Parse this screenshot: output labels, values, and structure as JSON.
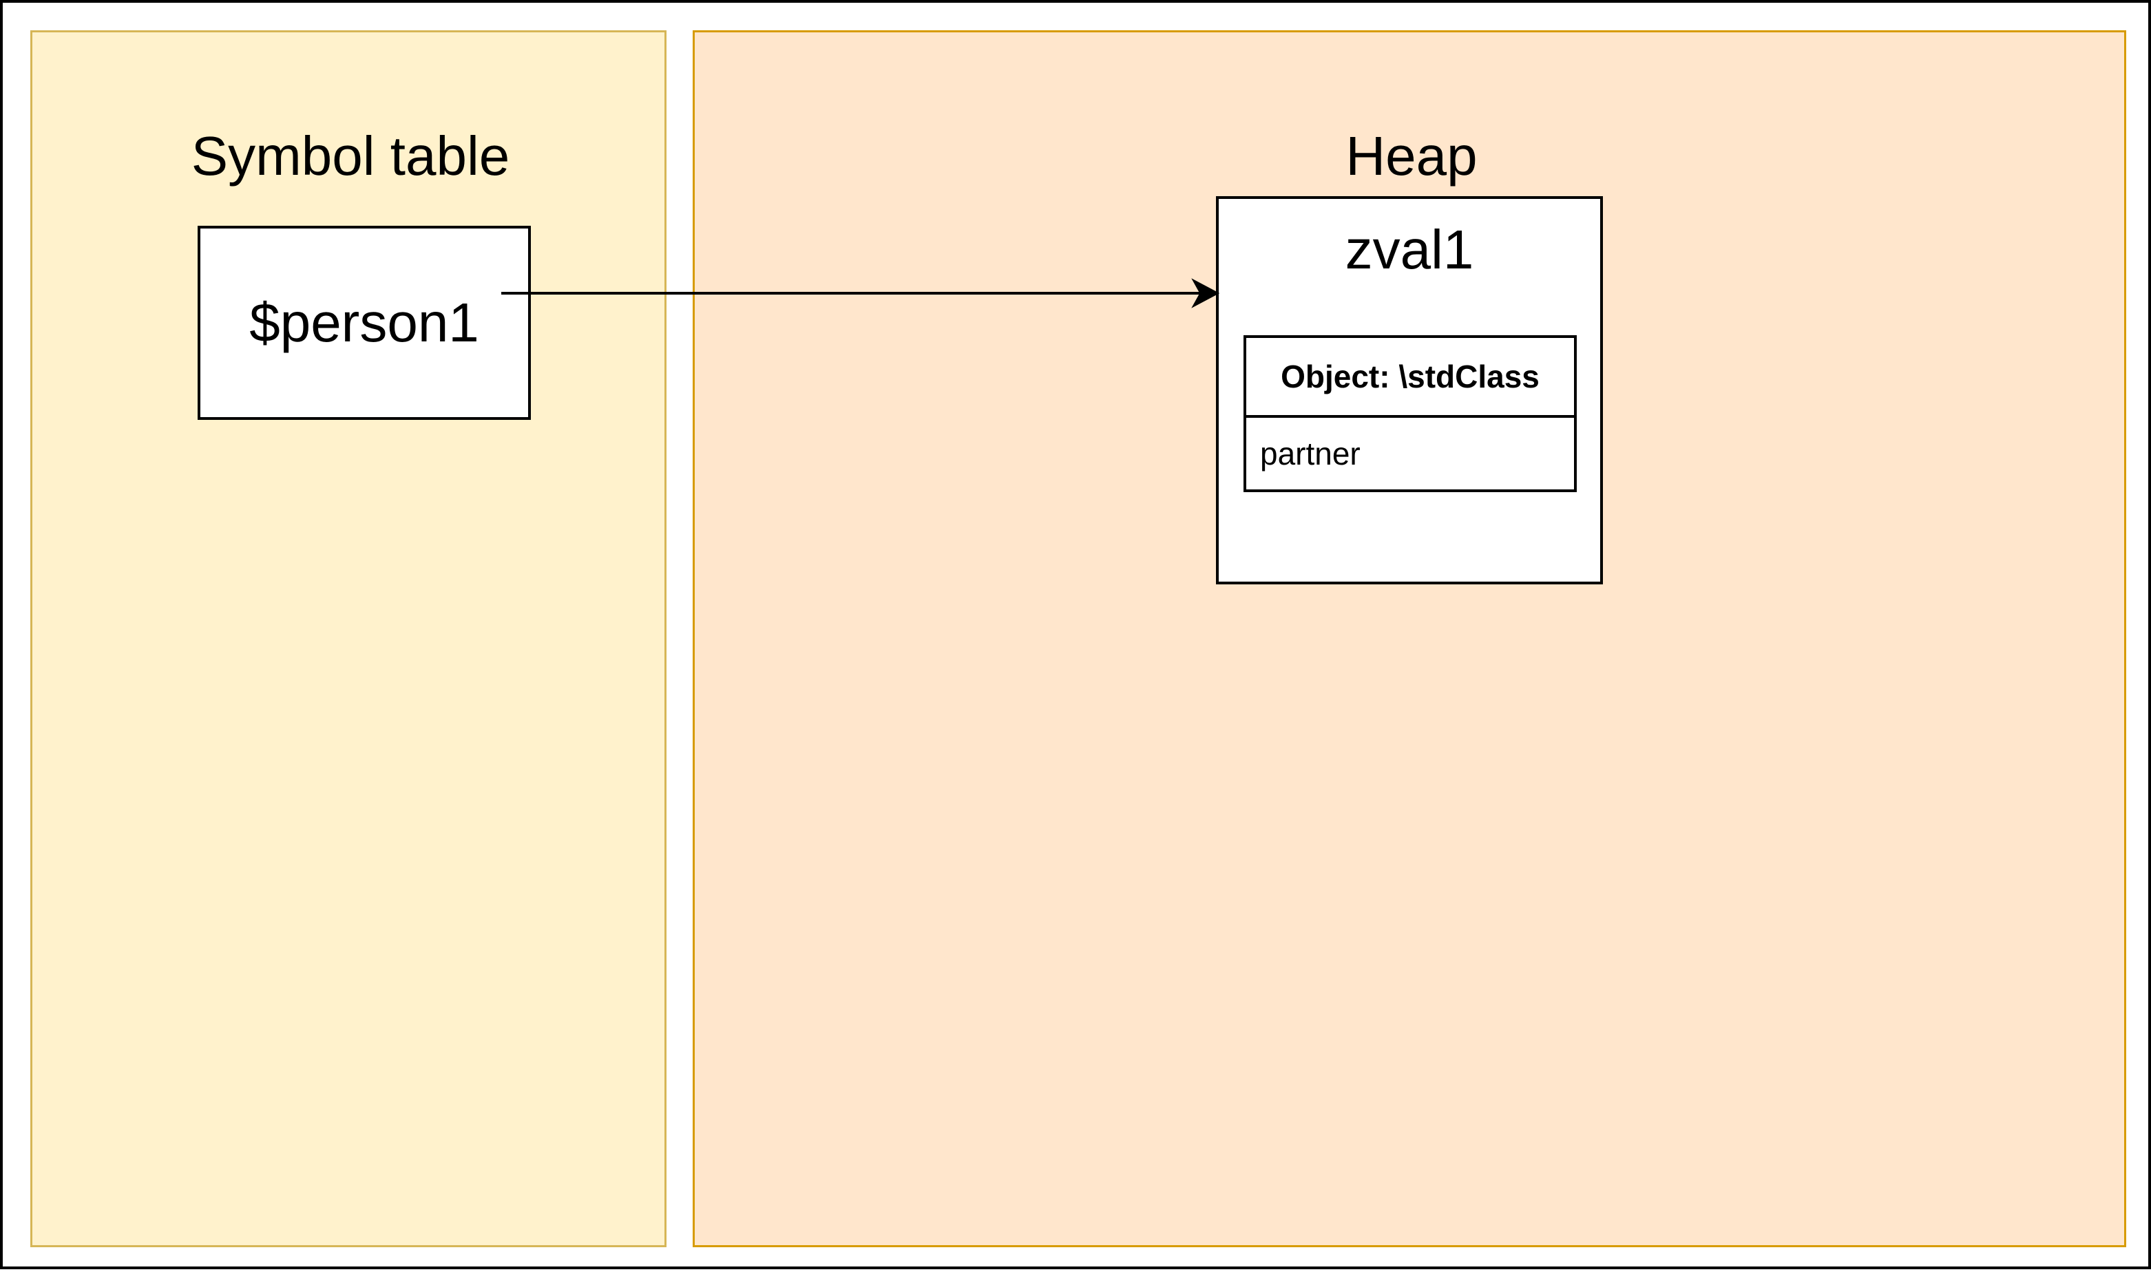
{
  "diagram": {
    "symbol_table": {
      "title": "Symbol table",
      "variable": "$person1"
    },
    "heap": {
      "title": "Heap",
      "zval": {
        "name": "zval1",
        "object": {
          "header": "Object: \\stdClass",
          "fields": [
            "partner"
          ]
        }
      }
    },
    "edges": [
      {
        "from": "$person1",
        "to": "zval1"
      }
    ],
    "colors": {
      "symbol_table_fill": "#fff2cc",
      "symbol_table_stroke": "#d6b656",
      "heap_fill": "#ffe6cc",
      "heap_stroke": "#d79b00",
      "box_fill": "#ffffff",
      "stroke": "#000000"
    }
  }
}
